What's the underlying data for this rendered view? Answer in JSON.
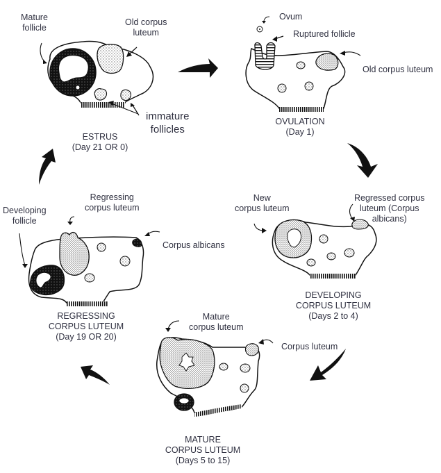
{
  "title": "Ovarian changes during the estrous cycle",
  "stages": [
    {
      "id": "estrus",
      "name": "ESTRUS",
      "days": "(Day 21 OR 0)",
      "labels": {
        "mature_follicle": [
          "Mature",
          "follicle"
        ],
        "old_corpus_luteum": [
          "Old corpus",
          "luteum"
        ],
        "immature_follicles": [
          "immature",
          "follicles"
        ]
      }
    },
    {
      "id": "ovulation",
      "name": "OVULATION",
      "days": "(Day 1)",
      "labels": {
        "ovum": "Ovum",
        "ruptured_follicle": "Ruptured follicle",
        "old_corpus_luteum": "Old corpus luteum"
      }
    },
    {
      "id": "developing-cl",
      "name": [
        "DEVELOPING",
        "CORPUS LUTEUM"
      ],
      "days": "(Days 2 to 4)",
      "labels": {
        "new_corpus_luteum": [
          "New",
          "corpus luteum"
        ],
        "regressed_corpus_luteum": [
          "Regressed corpus",
          "luteum (Corpus",
          "albicans)"
        ]
      }
    },
    {
      "id": "mature-cl",
      "name": [
        "MATURE",
        "CORPUS LUTEUM"
      ],
      "days": "(Days 5 to 15)",
      "labels": {
        "mature_corpus_luteum": [
          "Mature",
          "corpus luteum"
        ],
        "corpus_luteum": "Corpus luteum"
      }
    },
    {
      "id": "regressing-cl",
      "name": [
        "REGRESSING",
        "CORPUS LUTEUM"
      ],
      "days": "(Day 19 OR 20)",
      "labels": {
        "developing_follicle": [
          "Developing",
          "follicle"
        ],
        "regressing_corpus_luteum": [
          "Regressing",
          "corpus luteum"
        ],
        "corpus_albicans": "Corpus albicans"
      }
    }
  ],
  "cycle_arrows": [
    "estrus-to-ovulation",
    "ovulation-to-developing",
    "developing-to-mature",
    "mature-to-regressing",
    "regressing-to-estrus"
  ],
  "colors": {
    "ink": "#111111",
    "text": "#2f3040",
    "background": "#ffffff"
  }
}
